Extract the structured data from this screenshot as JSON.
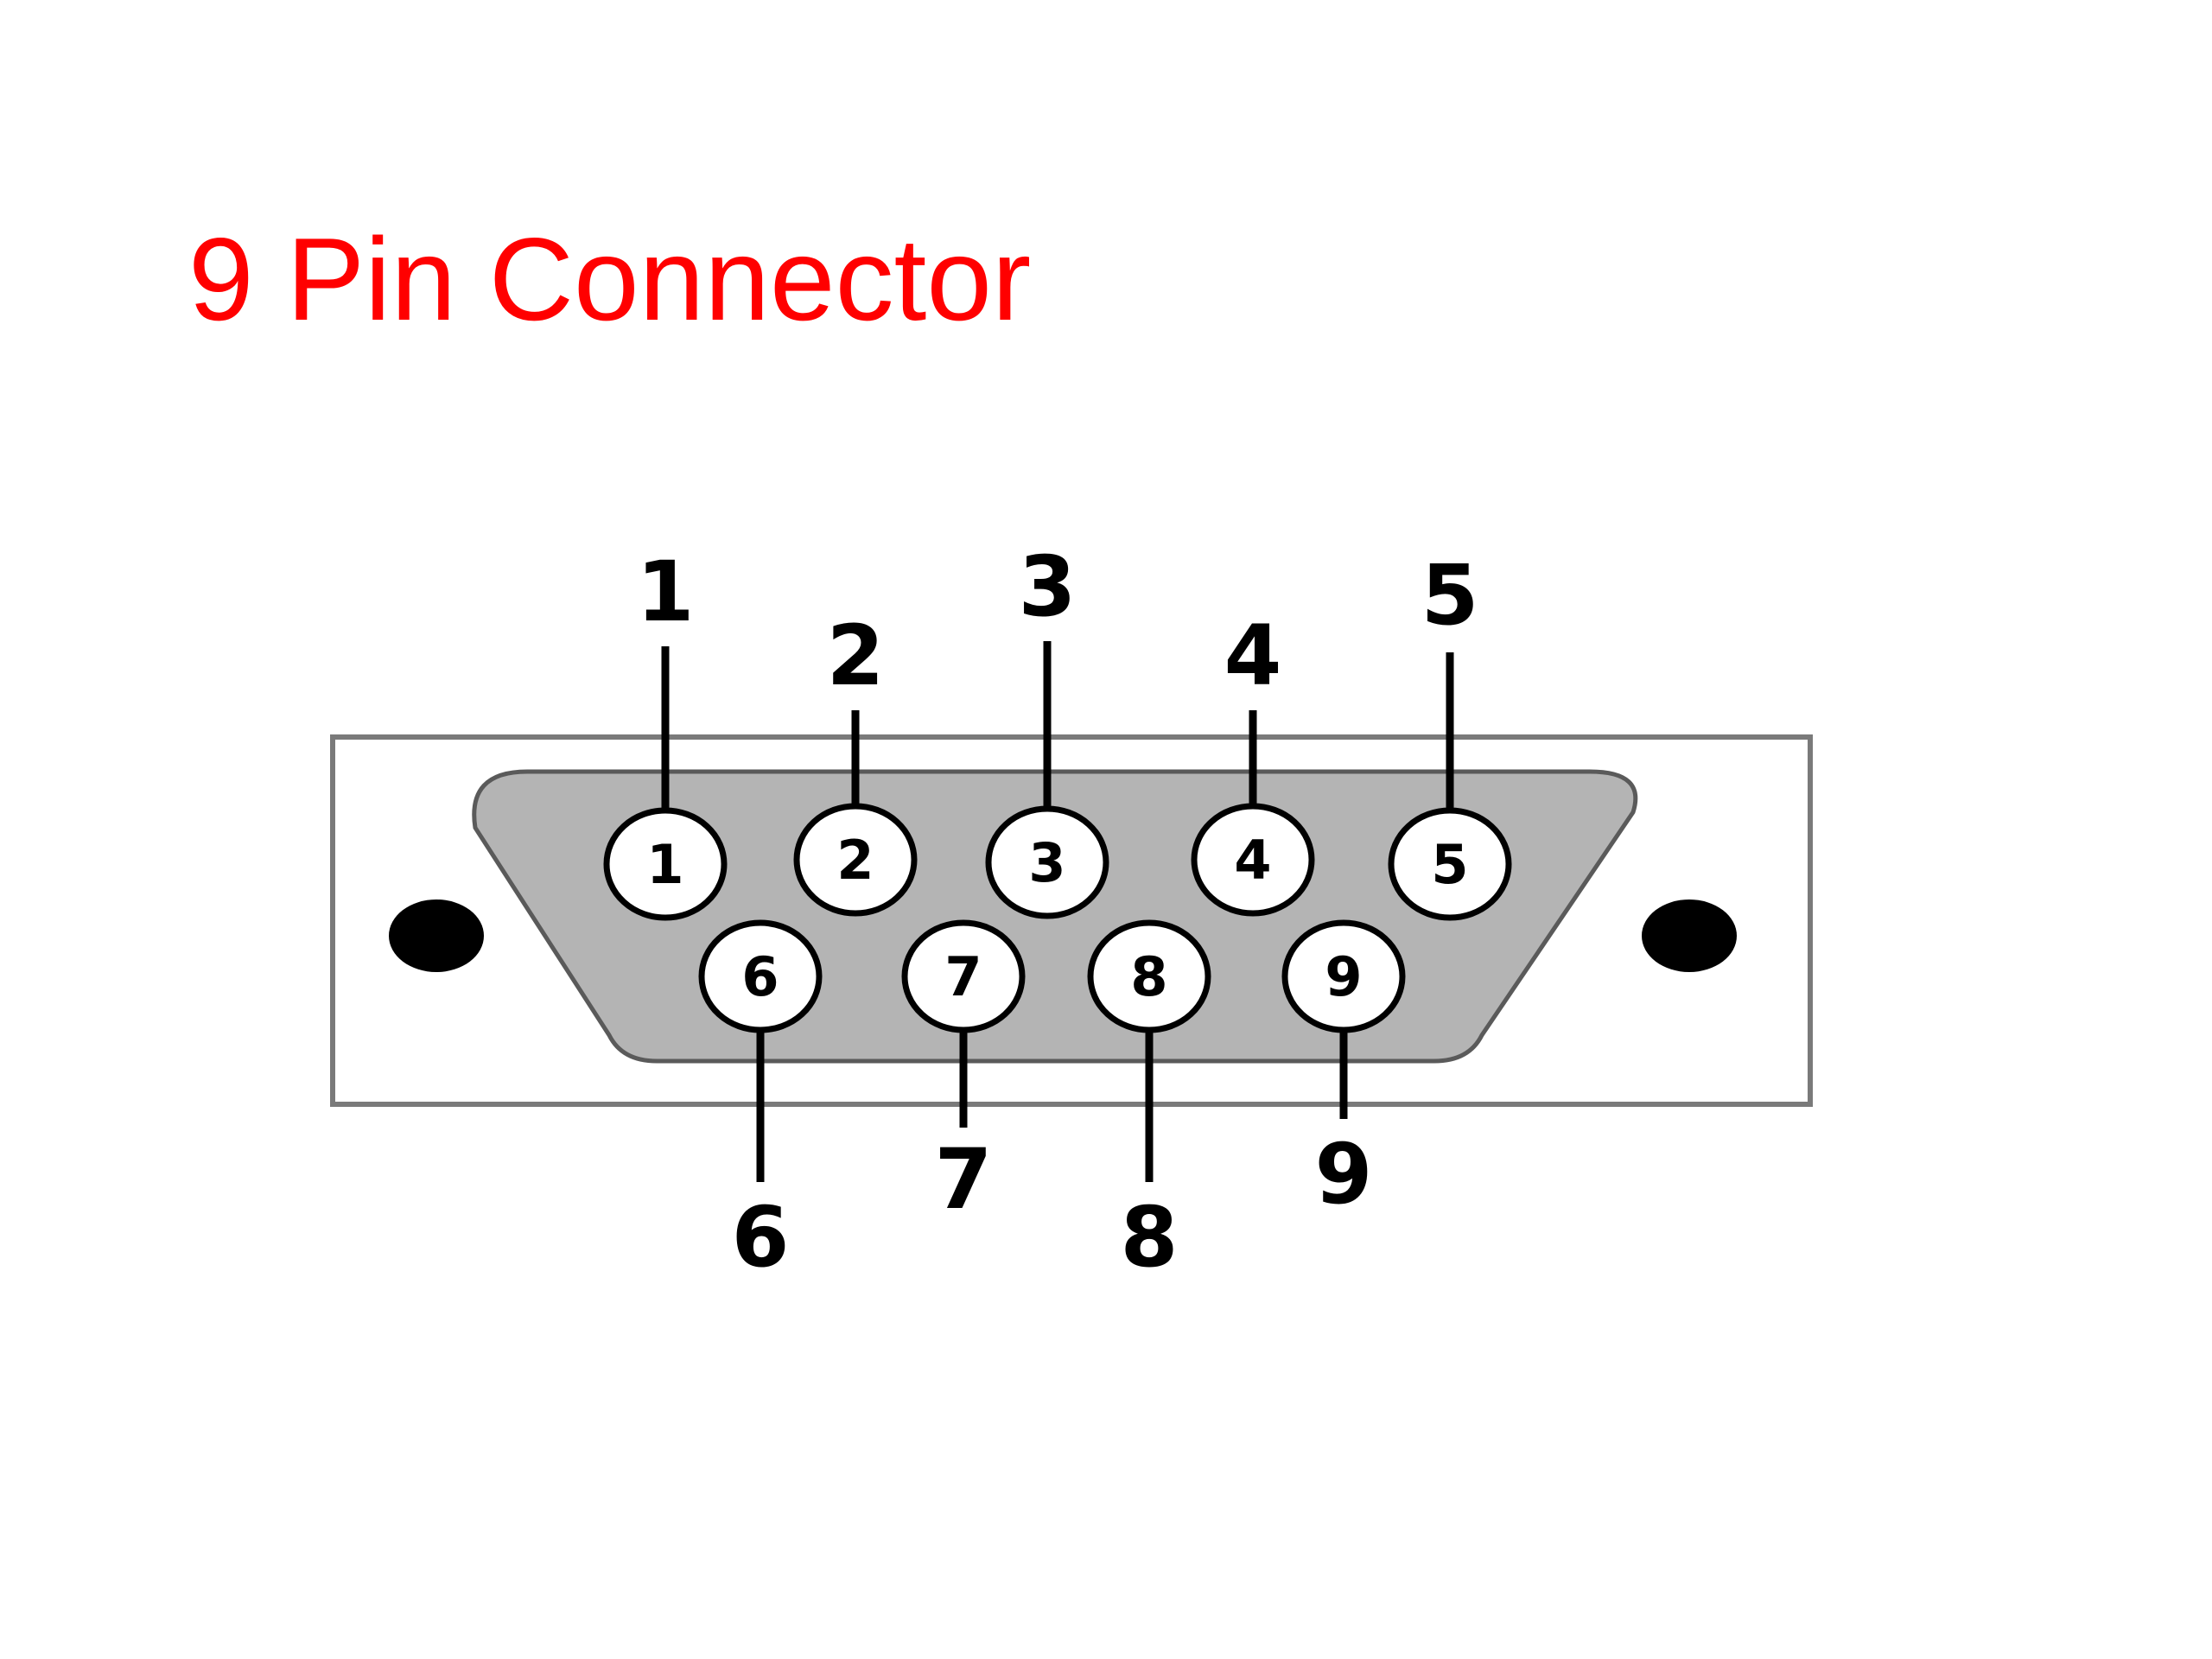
{
  "title": "9 Pin Connector",
  "connector": {
    "top_row": [
      {
        "pin": "1",
        "label": "1"
      },
      {
        "pin": "2",
        "label": "2"
      },
      {
        "pin": "3",
        "label": "3"
      },
      {
        "pin": "4",
        "label": "4"
      },
      {
        "pin": "5",
        "label": "5"
      }
    ],
    "bottom_row": [
      {
        "pin": "6",
        "label": "6"
      },
      {
        "pin": "7",
        "label": "7"
      },
      {
        "pin": "8",
        "label": "8"
      },
      {
        "pin": "9",
        "label": "9"
      }
    ]
  },
  "colors": {
    "title": "#ff0000",
    "housing": "#b4b4b4",
    "pin": "#ffffff",
    "line": "#000000"
  }
}
